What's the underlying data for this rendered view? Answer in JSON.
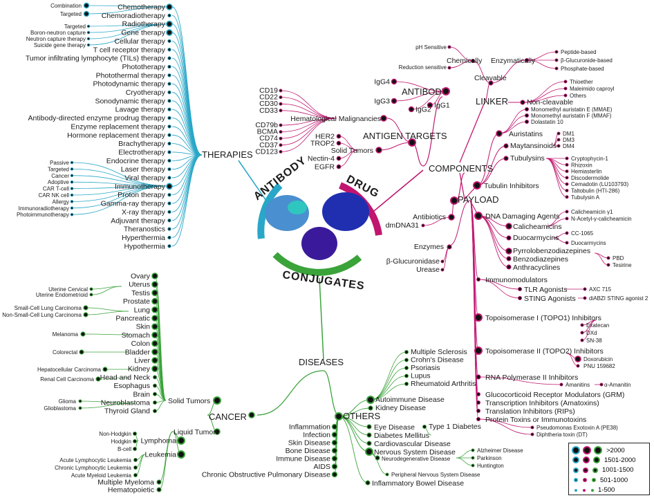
{
  "colors": {
    "therapies": "#2aa7c8",
    "drug": "#c0166f",
    "diseases": "#3aa33a",
    "ink": "#1a1a1a"
  },
  "center": {
    "antibody": "ANTIBODY",
    "drug": "DRUG",
    "conjugates": "CONJUGATES"
  },
  "hubs": {
    "therapies": "THERAPIES",
    "components": "COMPONENTS",
    "antigen_targets": "ANTIGEN TARGETS",
    "antibody": "ANTIBODY",
    "linker": "LINKER",
    "payload": "PAYLOAD",
    "diseases": "DISEASES",
    "cancer": "CANCER",
    "others": "OTHERS"
  },
  "therapies": {
    "groups": [
      {
        "label": "Chemotherapy",
        "children": [
          "Combination",
          "Targeted"
        ]
      },
      {
        "label": "Radiotherapy",
        "children": [
          "Targeted",
          "Boron-neutron capture",
          "Neutron capture therapy",
          "Suicide gene therapy"
        ]
      },
      {
        "label": "Immunotherapy",
        "children": [
          "Passive",
          "Targeted",
          "Cancer",
          "Adoptive",
          "CAR T-cell",
          "CAR NK cell",
          "Allergy",
          "Immunoradiotherapy",
          "Photoimmunotherapy"
        ]
      }
    ],
    "items": [
      "Chemotherapy",
      "Chemoradiotherapy",
      "Radiotherapy",
      "Gene therapy",
      "Cellular therapy",
      "T cell receptor therapy",
      "Tumor infiltrating lymphocyte (TILs) therapy",
      "Phototherapy",
      "Photothermal therapy",
      "Photodynamic therapy",
      "Cryotherapy",
      "Sonodynamic therapy",
      "Lavage therapy",
      "Antibody-directed enzyme prodrug therapy",
      "Enzyme replacement therapy",
      "Hormone replacement therapy",
      "Brachytherapy",
      "Electrotherapy",
      "Endocrine therapy",
      "Laser therapy",
      "Viral therapy",
      "Immunotherapy",
      "Proton therapy",
      "Gamma-ray therapy",
      "X-ray therapy",
      "Adjuvant therapy",
      "Theranostics",
      "Hyperthermia",
      "Hypothermia"
    ]
  },
  "antigen": {
    "hema_label": "Hematological Malignancies",
    "hema": [
      "CD19",
      "CD22",
      "CD30",
      "CD33",
      "CD79b",
      "BCMA",
      "CD74",
      "CD37",
      "CD123"
    ],
    "solid_label": "Solid Tumors",
    "solid": [
      "HER2",
      "TROP2",
      "Nectin-4",
      "EGFR"
    ]
  },
  "antibody_types": [
    "IgG4",
    "IgG3",
    "IgG2",
    "IgG1"
  ],
  "linker": {
    "cleavable": "Cleavable",
    "chemically": "Chemically",
    "chem": [
      "pH Sensitive",
      "Reduction sensitive"
    ],
    "enzymatically": "Enzymatically",
    "enz": [
      "Peptide-based",
      "β-Glucuronide-based",
      "Phosphate-based"
    ],
    "noncleavable": "Non-cleavable",
    "non": [
      "Thioether",
      "Maleimido caproyl",
      "Others"
    ]
  },
  "tubulin": {
    "label": "Tubulin Inhibitors",
    "auristatins": "Auristatins",
    "aur": [
      "Monomethyl auristatin E (MMAE)",
      "Monomethyl auristatin F (MMAF)",
      "Dolastatin 10"
    ],
    "maytansinoids": "Maytansinoids",
    "may": [
      "DM1",
      "DM3",
      "DM4"
    ],
    "tubulysins": "Tubulysins",
    "tub": [
      "Cryptophycin-1",
      "Rhizoxin",
      "Hemiasterlin",
      "Discodermolide",
      "Cemadotin (LU103793)",
      "Taltobulin (HTI-286)",
      "Tubulysin A"
    ]
  },
  "payload_other": {
    "antibiotics": "Antibiotics",
    "dmDNA31": "dmDNA31",
    "enzymes": "Enzymes",
    "enz": [
      "β-Glucuronidase",
      "Urease"
    ]
  },
  "dna": {
    "label": "DNA Damaging Agents",
    "calicheamicins": "Calicheamicins",
    "cal": [
      "Calicheamicin γ1",
      "N-Acetyl-γ-calicheamicin"
    ],
    "duocarmycins": "Duocarmycins",
    "duo": [
      "CC-1065",
      "Duocarmycins"
    ],
    "pbd": "Pyrrolobenzodiazepines",
    "pbd_items": [
      "PBD",
      "Tesirine"
    ],
    "benzodiazepines": "Benzodiazepines",
    "anthracyclines": "Anthracyclines"
  },
  "immuno": {
    "label": "Immunomodulators",
    "tlr": "TLR Agonists",
    "tlr_item": "AXC 715",
    "sting": "STING Agonists",
    "sting_item": "diABZI STING agonist 2"
  },
  "topo1": {
    "label": "Topoisomerase I (TOPO1) Inhibitors",
    "items": [
      "Exatecan",
      "DXd",
      "SN-38"
    ]
  },
  "topo2": {
    "label": "Topoisomerase II (TOPO2) Inhibitors",
    "items": [
      "Doxorubicin",
      "PNU 159682"
    ]
  },
  "rna": {
    "label": "RNA Polymerase II Inhibitors",
    "amanitins": "Amanitins",
    "amanitin": "α-Amanitin"
  },
  "misc_payload": [
    "Glucocorticoid Receptor Modulators (GRM)",
    "Transcription Inhibitors (Amatoxins)",
    "Translation Inhibitors (RIPs)",
    "Protein Toxins or Immunotoxins"
  ],
  "toxins": [
    "Pseudomonas Exotoxin A (PE38)",
    "Diphtheria toxin (DT)"
  ],
  "cancer": {
    "solid_label": "Solid Tumors",
    "solid": [
      "Ovary",
      "Uterus",
      "Testis",
      "Prostate",
      "Lung",
      "Pancreatic",
      "Skin",
      "Stomach",
      "Colon",
      "Bladder",
      "Liver",
      "Kidney",
      "Head and Neck",
      "Esophagus",
      "Brain",
      "Neuroblastoma",
      "Thyroid Gland"
    ],
    "uterus_sub": [
      "Uterine Cervical",
      "Uterine Endometrioid"
    ],
    "lung_sub": [
      "Small-Cell Lung Carcinoma",
      "Non-Small-Cell Lung Carcinoma"
    ],
    "skin_sub": "Melanoma",
    "colon_sub": "Colorectal",
    "liver_sub": "Hepatocellular Carcinoma",
    "kidney_sub": "Renal Cell Carcinoma",
    "brain_sub": [
      "Glioma",
      "Glioblastoma"
    ],
    "liquid_label": "Liquid Tumors",
    "liquid": [
      "Lymphoma",
      "Leukemia",
      "Multiple Myeloma",
      "Hematopoietic"
    ],
    "lymphoma_sub": [
      "Non-Hodgkin",
      "Hodgkin",
      "B-cell"
    ],
    "leukemia_sub": [
      "Acute Lymphocytic Leukemia",
      "Chronic Lymphocytic Leukemia",
      "Acute Myeloid Leukemia"
    ]
  },
  "others": {
    "left": [
      "Inflammation",
      "Infection",
      "Skin Disease",
      "Bone Disease",
      "Immune Disease",
      "AIDS",
      "Chronic Obstructive Pulmonary Disease"
    ],
    "autoimmune": "Autoimmune Disease",
    "auto": [
      "Multiple Sclerosis",
      "Crohn's Disease",
      "Psoriasis",
      "Lupus",
      "Rheumatoid Arthritis"
    ],
    "kidney": "Kidney Disease",
    "eye": "Eye Disease",
    "diabetes": "Diabetes Mellitus",
    "type1": "Type 1 Diabetes",
    "cardio": "Cardiovascular Disease",
    "nervous": "Nervous System Disease",
    "neuro": "Neurodegenerative Disease",
    "neuro_items": [
      "Alzheimer Disease",
      "Parkinson",
      "Huntington"
    ],
    "peripheral": "Peripheral Nervous System Disease",
    "ibd": "Inflammatory Bowel Disease"
  },
  "legend": [
    ">2000",
    "1501-2000",
    "1001-1500",
    "501-1000",
    "1-500"
  ]
}
